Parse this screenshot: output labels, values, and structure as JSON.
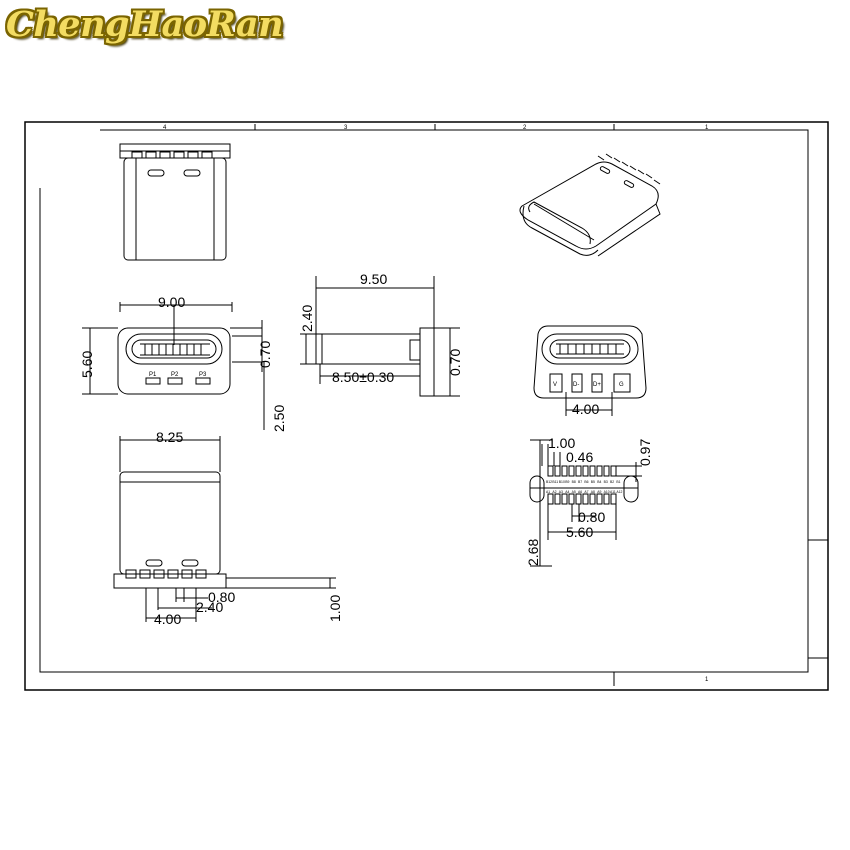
{
  "brand": {
    "name": "ChengHaoRan",
    "color": "#f3dc62",
    "outline": "#7a6400"
  },
  "zones": {
    "top": [
      "4",
      "3",
      "2",
      "1"
    ],
    "bottom": [
      "1"
    ]
  },
  "front_view": {
    "width_label": "9.00",
    "height_label": "5.60",
    "slot_label": "0.70",
    "depth_label": "2.50",
    "pad_labels": [
      "P1",
      "P2",
      "P3"
    ]
  },
  "side_view": {
    "length_label": "9.50",
    "shell_label": "8.50±0.30",
    "height_label": "2.40",
    "flange_label": "0.70"
  },
  "top_view": {
    "width_label": "8.25",
    "pitch_label": "0.80",
    "span_label": "2.40",
    "outer_label": "4.00",
    "height_label": "1.00"
  },
  "rear_view": {
    "pad_span_label": "4.00",
    "pad_labels": [
      "V",
      "D-",
      "D+",
      "G"
    ]
  },
  "footprint": {
    "pad_width_label": "1.00",
    "pad_size_label": "0.46",
    "row_label": "0.97",
    "pitch_label": "0.80",
    "span_label": "5.60",
    "height_label": "2.68",
    "row_top_labels": [
      "B12",
      "B11",
      "B10",
      "B9",
      "B8",
      "B7",
      "B6",
      "B5",
      "B4",
      "B3",
      "B2",
      "B1"
    ],
    "row_bottom_labels": [
      "A1",
      "A2",
      "A3",
      "A4",
      "A5",
      "A6",
      "A7",
      "A8",
      "A9",
      "A10",
      "A11",
      "A12"
    ]
  }
}
